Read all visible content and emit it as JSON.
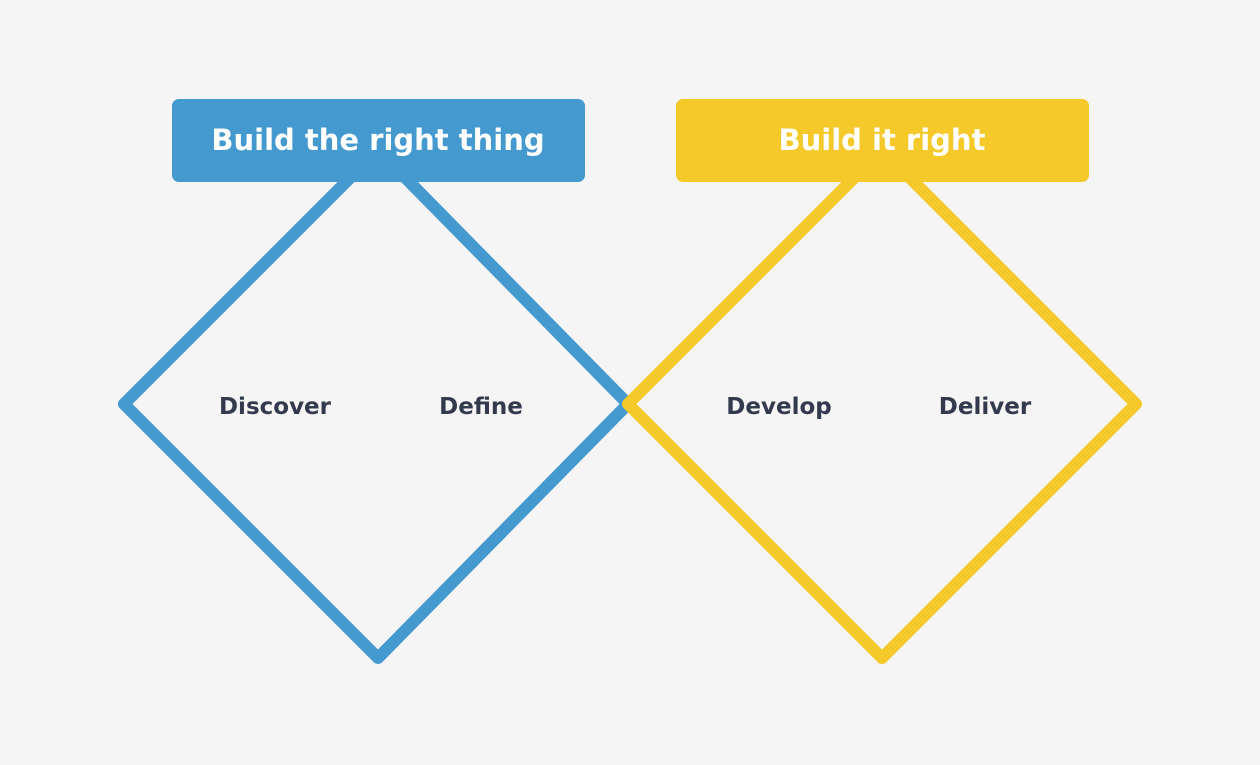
{
  "colors": {
    "background": "#f5f5f5",
    "blue": "#4499cf",
    "yellow": "#f5c92a",
    "phase_text": "#333a4d",
    "header_text": "#ffffff"
  },
  "diamonds": [
    {
      "header": "Build the right thing",
      "color": "#4499cf",
      "phases": [
        "Discover",
        "Define"
      ]
    },
    {
      "header": "Build it right",
      "color": "#f5c92a",
      "phases": [
        "Develop",
        "Deliver"
      ]
    }
  ]
}
